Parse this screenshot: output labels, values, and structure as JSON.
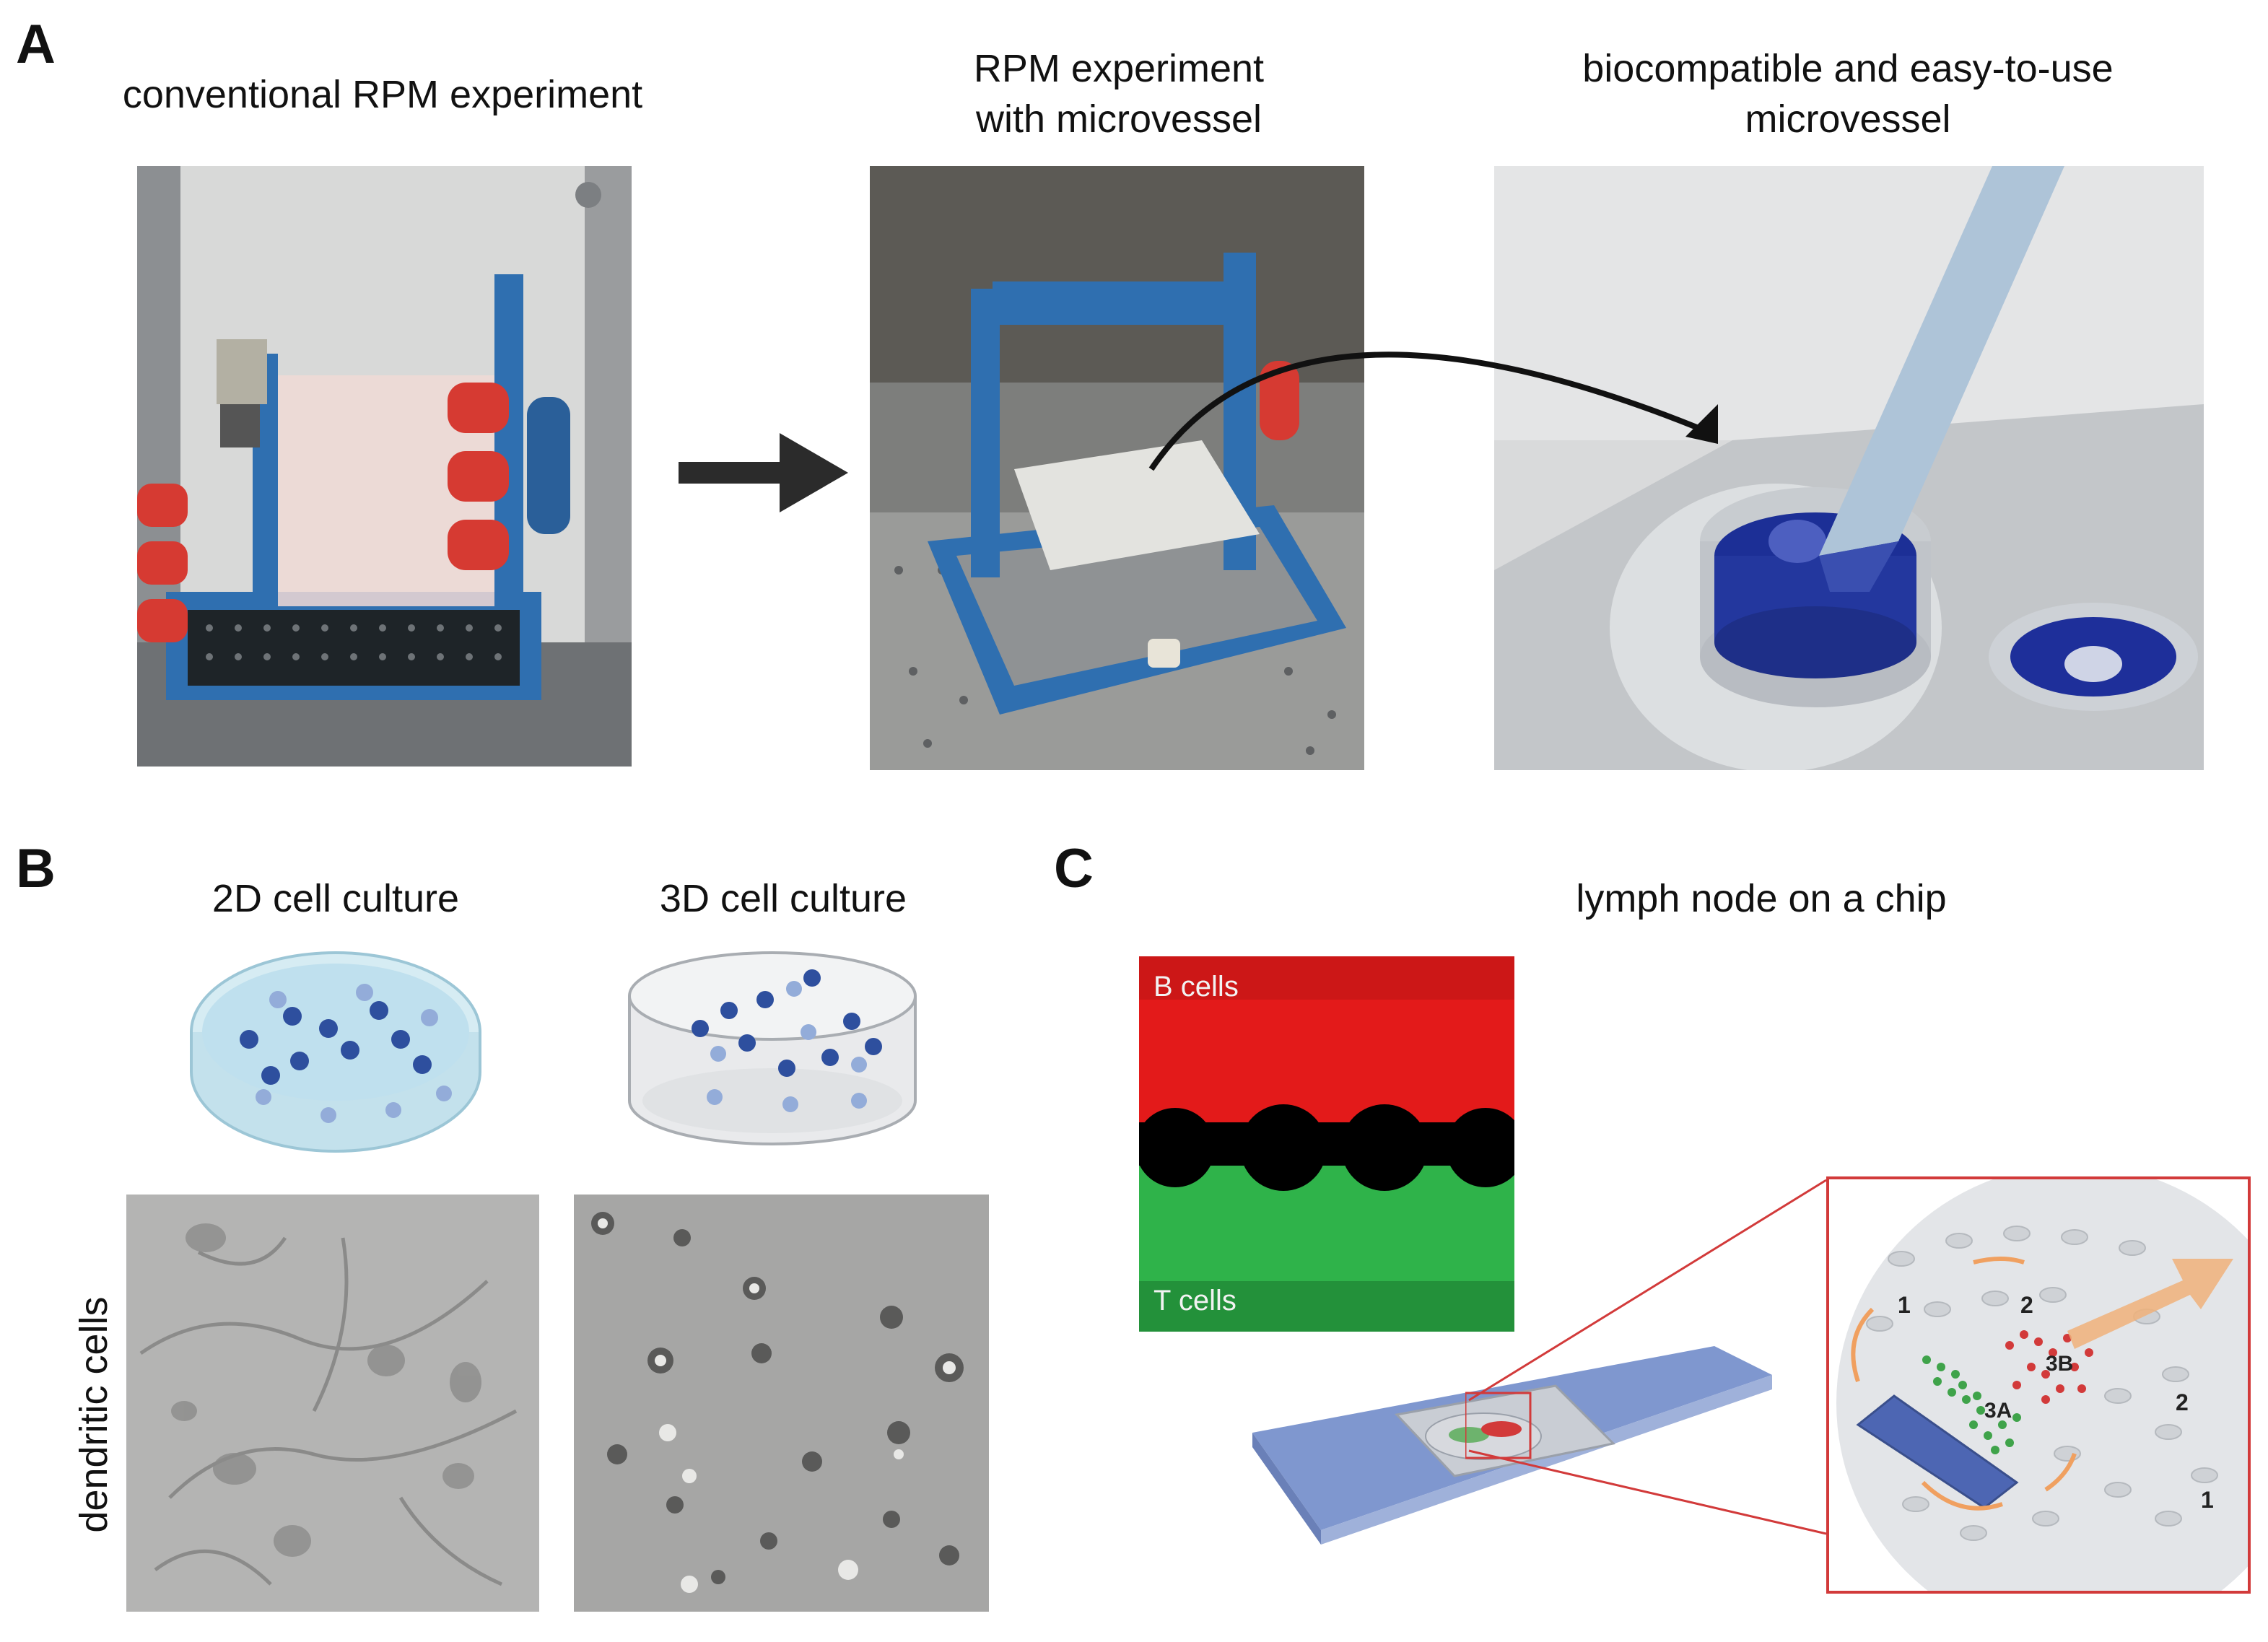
{
  "panels": {
    "a": {
      "letter": "A",
      "captions": {
        "conventional": "conventional RPM experiment",
        "with_vessel_line1": "RPM experiment",
        "with_vessel_line2": "with microvessel",
        "microvessel_line1": "biocompatible and easy-to-use",
        "microvessel_line2": "microvessel"
      }
    },
    "b": {
      "letter": "B",
      "captions": {
        "culture_2d": "2D cell culture",
        "culture_3d": "3D cell culture",
        "row_label": "dendritic cells"
      }
    },
    "c": {
      "letter": "C",
      "captions": {
        "title": "lymph node on a chip",
        "b_cells": "B cells",
        "t_cells": "T cells"
      },
      "zone_labels": {
        "z1_top": "1",
        "z2_top": "2",
        "z3b": "3B",
        "z3a": "3A",
        "z2_right": "2",
        "z1_right": "1"
      }
    }
  },
  "colors": {
    "rpm_blue": "#2f6fb0",
    "cell_blue": "#2e4f9e",
    "b_cell_red": "#e31a1a",
    "t_cell_green": "#2fb34a",
    "zoom_frame": "#d23a3a",
    "arrow_orange": "#f0a060"
  }
}
